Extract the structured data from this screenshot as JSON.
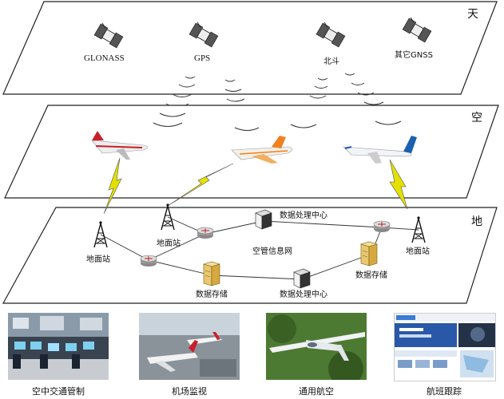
{
  "layers": {
    "space": "天",
    "air": "空",
    "ground": "地"
  },
  "satellites": [
    {
      "label": "GLONASS"
    },
    {
      "label": "GPS"
    },
    {
      "label": "北斗"
    },
    {
      "label": "其它GNSS"
    }
  ],
  "ground_nodes": {
    "station_left": "地面站",
    "station_mid": "地面站",
    "station_right": "地面站",
    "data_center_top": "数据处理中心",
    "data_center_bottom": "数据处理中心",
    "storage_left": "数据存储",
    "storage_right": "数据存储",
    "network": "空管信息网"
  },
  "applications": [
    {
      "caption": "空中交通管制"
    },
    {
      "caption": "机场监视"
    },
    {
      "caption": "通用航空"
    },
    {
      "caption": "航班跟踪"
    }
  ],
  "colors": {
    "lightning": "#e4e000",
    "plane_red": "#c8202a",
    "plane_orange": "#f08020",
    "plane_blue": "#1a5fb0"
  }
}
